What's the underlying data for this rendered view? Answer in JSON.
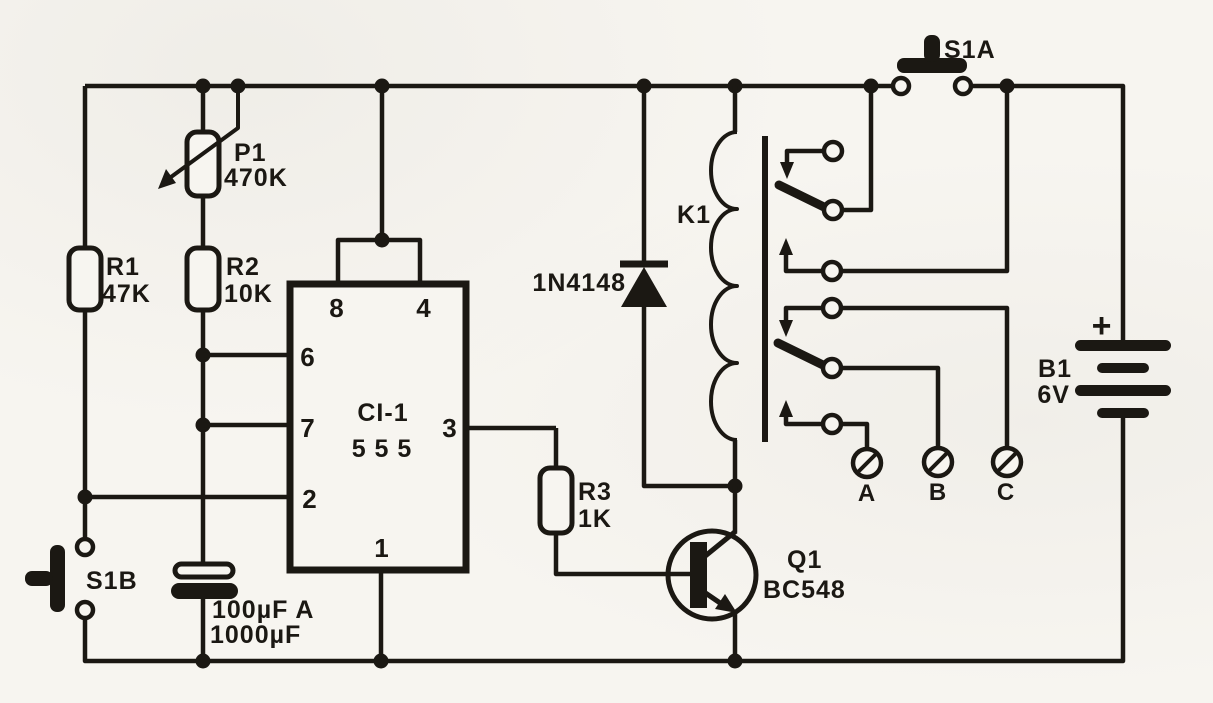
{
  "diagram_type": "circuit-schematic",
  "subject": "555 timer monostable driving relay",
  "colors": {
    "ink": "#1b1813",
    "paper": "#f7f5f0"
  },
  "components": {
    "P1": {
      "ref": "P1",
      "value": "470K"
    },
    "R1": {
      "ref": "R1",
      "value": "47K"
    },
    "R2": {
      "ref": "R2",
      "value": "10K"
    },
    "R3": {
      "ref": "R3",
      "value": "1K"
    },
    "IC1": {
      "ref": "CI-1",
      "value": "5 5 5",
      "pins": {
        "p8": "8",
        "p4": "4",
        "p6": "6",
        "p7": "7",
        "p2": "2",
        "p3": "3",
        "p1": "1"
      }
    },
    "D1": {
      "ref": "1N4148"
    },
    "K1": {
      "ref": "K1"
    },
    "Q1": {
      "ref": "Q1",
      "value": "BC548"
    },
    "B1": {
      "ref": "B1",
      "value": "6V",
      "polarity": "+"
    },
    "S1A": {
      "ref": "S1A"
    },
    "S1B": {
      "ref": "S1B"
    },
    "C1": {
      "value_line1": "100µF A",
      "value_line2": "1000µF"
    },
    "terminals": {
      "a": "A",
      "b": "B",
      "c": "C"
    }
  }
}
